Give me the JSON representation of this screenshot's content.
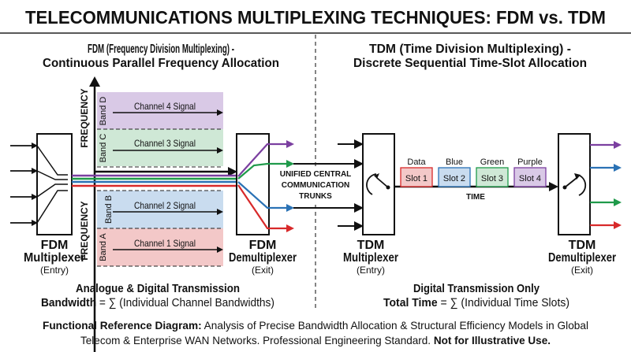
{
  "title": "TELECOMMUNICATIONS MULTIPLEXING TECHNIQUES: FDM vs. TDM",
  "colors": {
    "purple": "#7b3fa0",
    "green": "#1f9a4a",
    "blue": "#2a72b5",
    "red": "#d8292a",
    "band_d": "#d9c9e6",
    "band_c": "#cfe8d6",
    "band_b": "#c9dcef",
    "band_a": "#f3c8c8"
  },
  "fdm": {
    "heading_1": "FDM (Frequency Division Multiplexing) -",
    "heading_2": "Continuous Parallel Frequency Allocation",
    "axis_label": "FREQUENCY",
    "bands": [
      {
        "band": "Band D",
        "signal": "Channel 4 Signal"
      },
      {
        "band": "Band C",
        "signal": "Channel 3 Signal"
      },
      {
        "band": "Band B",
        "signal": "Channel 2 Signal"
      },
      {
        "band": "Band A",
        "signal": "Channel 1 Signal"
      }
    ],
    "mux": {
      "line1": "FDM",
      "line2": "Multiplexer",
      "line3": "(Entry)"
    },
    "demux": {
      "line1": "FDM",
      "line2": "Demultiplexer",
      "line3": "(Exit)"
    },
    "summary_1": "Analogue & Digital Transmission",
    "summary_2_bold": "Bandwidth",
    "summary_2_rest": " = ∑ (Individual Channel Bandwidths)"
  },
  "trunk": {
    "line1": "UNIFIED CENTRAL",
    "line2": "COMMUNICATION",
    "line3": "TRUNKS"
  },
  "tdm": {
    "heading_1": "TDM (Time Division Multiplexing) -",
    "heading_2": "Discrete Sequential Time-Slot Allocation",
    "slots": [
      {
        "label": "Data",
        "slot": "Slot 1"
      },
      {
        "label": "Blue",
        "slot": "Slot 2"
      },
      {
        "label": "Green",
        "slot": "Slot 3"
      },
      {
        "label": "Purple",
        "slot": "Slot 4"
      }
    ],
    "time_label": "TIME",
    "mux": {
      "line1": "TDM",
      "line2": "Multiplexer",
      "line3": "(Entry)"
    },
    "demux": {
      "line1": "TDM",
      "line2": "Demultiplexer",
      "line3": "(Exit)"
    },
    "summary_1": "Digital Transmission Only",
    "summary_2_bold": "Total Time",
    "summary_2_rest": " = ∑ (Individual Time Slots)"
  },
  "footer": {
    "bold_1": "Functional Reference Diagram:",
    "text_1": " Analysis of Precise Bandwidth Allocation & Structural Efficiency Models in Global",
    "text_2": "Telecom & Enterprise WAN Networks. Professional Engineering Standard. ",
    "bold_2": "Not for Illustrative Use."
  }
}
